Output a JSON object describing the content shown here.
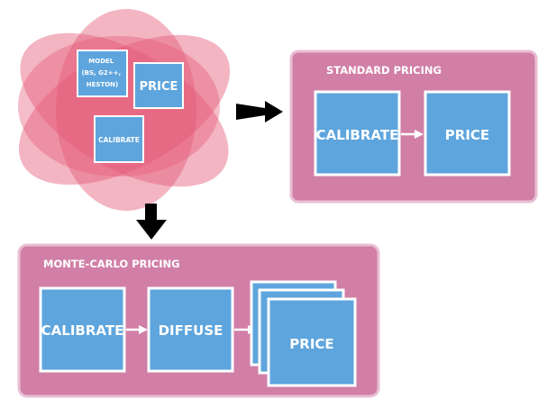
{
  "cluster": {
    "model_lines": [
      "MODEL",
      "(BS, G2++,",
      "HESTON)"
    ],
    "price": "PRICE",
    "calibrate": "CALIBRATE"
  },
  "standard": {
    "title": "STANDARD PRICING",
    "calibrate": "CALIBRATE",
    "price": "PRICE"
  },
  "montecarlo": {
    "title": "MONTE-CARLO PRICING",
    "calibrate": "CALIBRATE",
    "diffuse": "DIFFUSE",
    "price": "PRICE"
  },
  "colors": {
    "ellipse": "#e55b78",
    "panel": "#d17fa7",
    "panel_border": "#e9bfd3",
    "box": "#5ea5dd",
    "box_border": "#ffffff",
    "arrow": "#000000"
  }
}
